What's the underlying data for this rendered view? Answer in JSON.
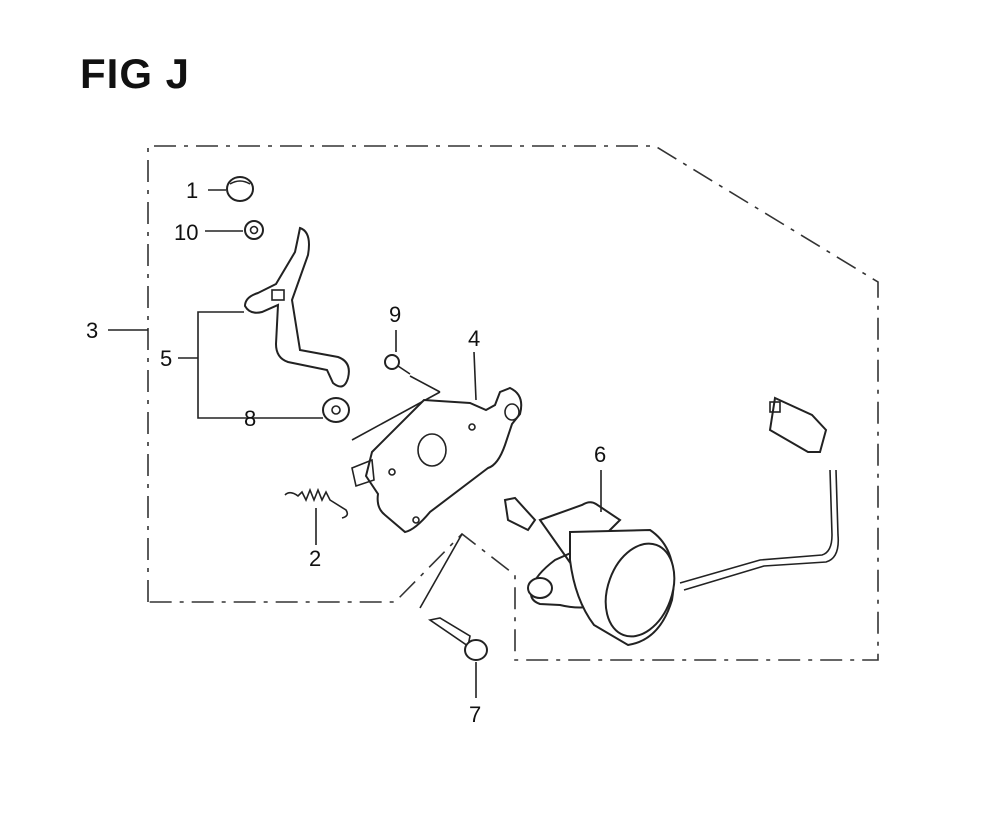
{
  "figure": {
    "title": "FIG J"
  },
  "callouts": [
    {
      "id": "c1",
      "text": "1"
    },
    {
      "id": "c10",
      "text": "10"
    },
    {
      "id": "c3",
      "text": "3"
    },
    {
      "id": "c5",
      "text": "5"
    },
    {
      "id": "c8",
      "text": "8"
    },
    {
      "id": "c9",
      "text": "9"
    },
    {
      "id": "c4",
      "text": "4"
    },
    {
      "id": "c2",
      "text": "2"
    },
    {
      "id": "c6",
      "text": "6"
    },
    {
      "id": "c7",
      "text": "7"
    }
  ]
}
